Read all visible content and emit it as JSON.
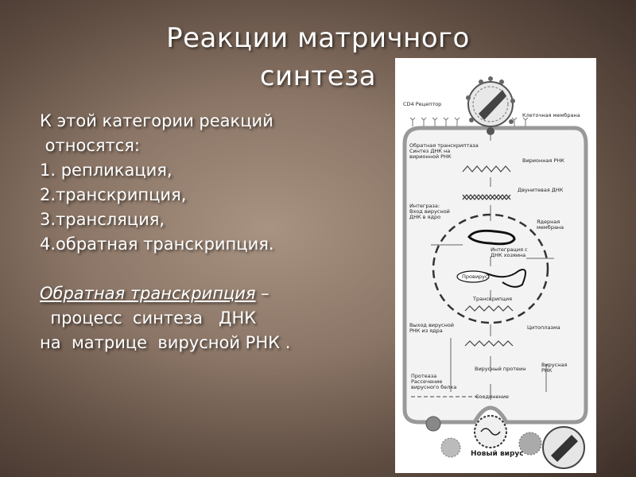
{
  "slide": {
    "title_line1": "Реакции матричного",
    "title_line2": "синтеза",
    "intro_line1": "К этой категории реакций",
    "intro_line2": " относятся:",
    "list": [
      "1. репликация,",
      "2.транскрипция,",
      "3.трансляция,",
      "4.обратная транскрипция."
    ],
    "definition_term": "Обратная транскрипция",
    "definition_dash": " –",
    "definition_line2": "  процесс  синтеза   ДНК",
    "definition_line3": "на  матрице  вирусной РНК ."
  },
  "diagram": {
    "cd4": "CD4 Рецептор",
    "membrane": "Клеточная мембрана",
    "rt1": "Обратная транскриптаза",
    "rt2": "Синтез ДНК на",
    "rt3": "вирионной РНК",
    "virion_rna": "Вирионная РНК",
    "dsdna": "Двунитевая ДНК",
    "integrase1": "Интеграза:",
    "integrase2": "Вход вирусной",
    "integrase3": "ДНК в ядро",
    "nuclear1": "Ядерная",
    "nuclear2": "мембрана",
    "integration1": "Интеграция с",
    "integration2": "ДНК хозяина",
    "provirus": "Провирус",
    "transcription": "Транскрипция",
    "exit1": "Выход вирусной",
    "exit2": "РНК из ядра",
    "cytoplasm": "Цитоплазма",
    "viral_proteins": "Вирусный протеин",
    "viral_rna1": "Вирусная",
    "viral_rna2": "РНК",
    "protease1": "Протеаза",
    "protease2": "Рассечение",
    "protease3": "вирусного белка",
    "assembly": "Соединение",
    "new_virus": "Новый вирус"
  }
}
